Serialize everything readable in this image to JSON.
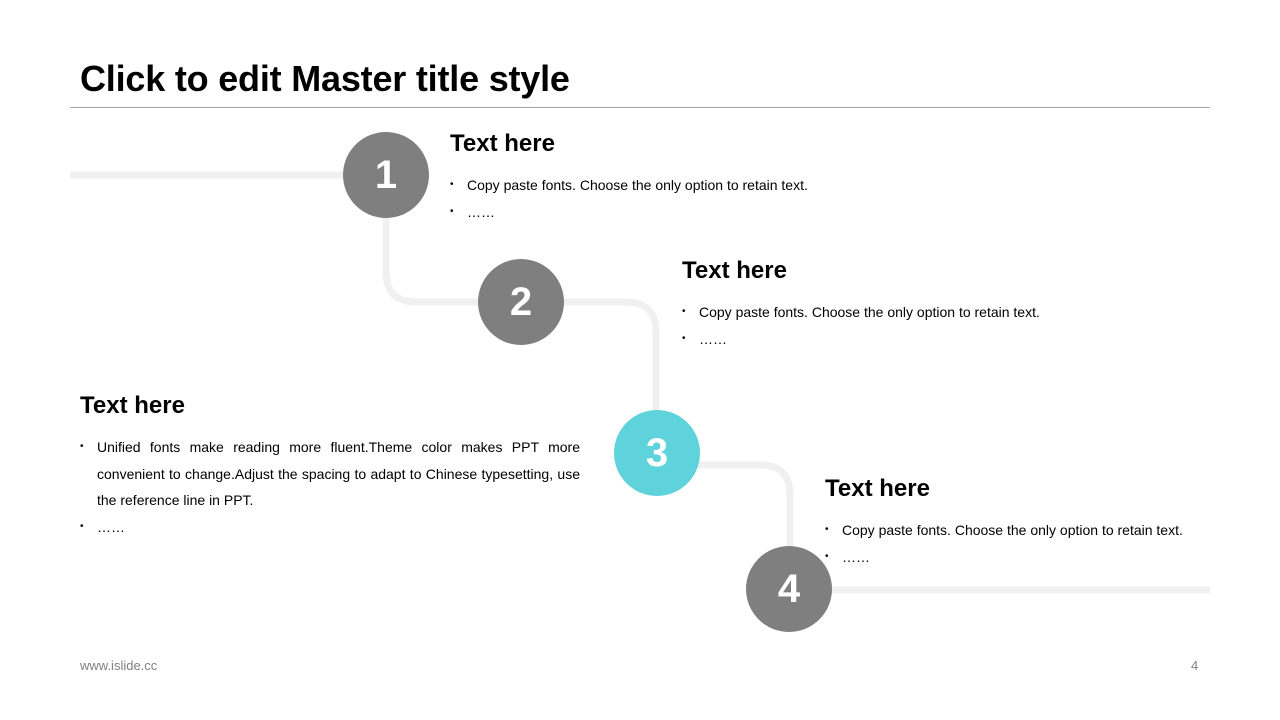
{
  "slide": {
    "title": "Click to edit Master title style",
    "footer_url": "www.islide.cc",
    "page_number": "4"
  },
  "colors": {
    "step_gray": "#7f7f7f",
    "step_accent": "#5fd3db",
    "path_line": "#f0f0f0",
    "rule": "#a6a6a6"
  },
  "steps": [
    {
      "number": "1",
      "highlighted": false
    },
    {
      "number": "2",
      "highlighted": false
    },
    {
      "number": "3",
      "highlighted": true
    },
    {
      "number": "4",
      "highlighted": false
    }
  ],
  "blocks": [
    {
      "heading": "Text here",
      "bullets": [
        "Copy paste fonts. Choose the only option to retain text.",
        "……"
      ]
    },
    {
      "heading": "Text here",
      "bullets": [
        "Copy paste fonts. Choose the only option to retain text.",
        "……"
      ]
    },
    {
      "heading": "Text here",
      "bullets": [
        "Unified fonts make reading more fluent.Theme color makes PPT more convenient to change.Adjust the spacing to adapt to Chinese typesetting, use the reference line in PPT.",
        "……"
      ]
    },
    {
      "heading": "Text here",
      "bullets": [
        "Copy paste fonts. Choose the only option to retain text.",
        "……"
      ]
    }
  ]
}
